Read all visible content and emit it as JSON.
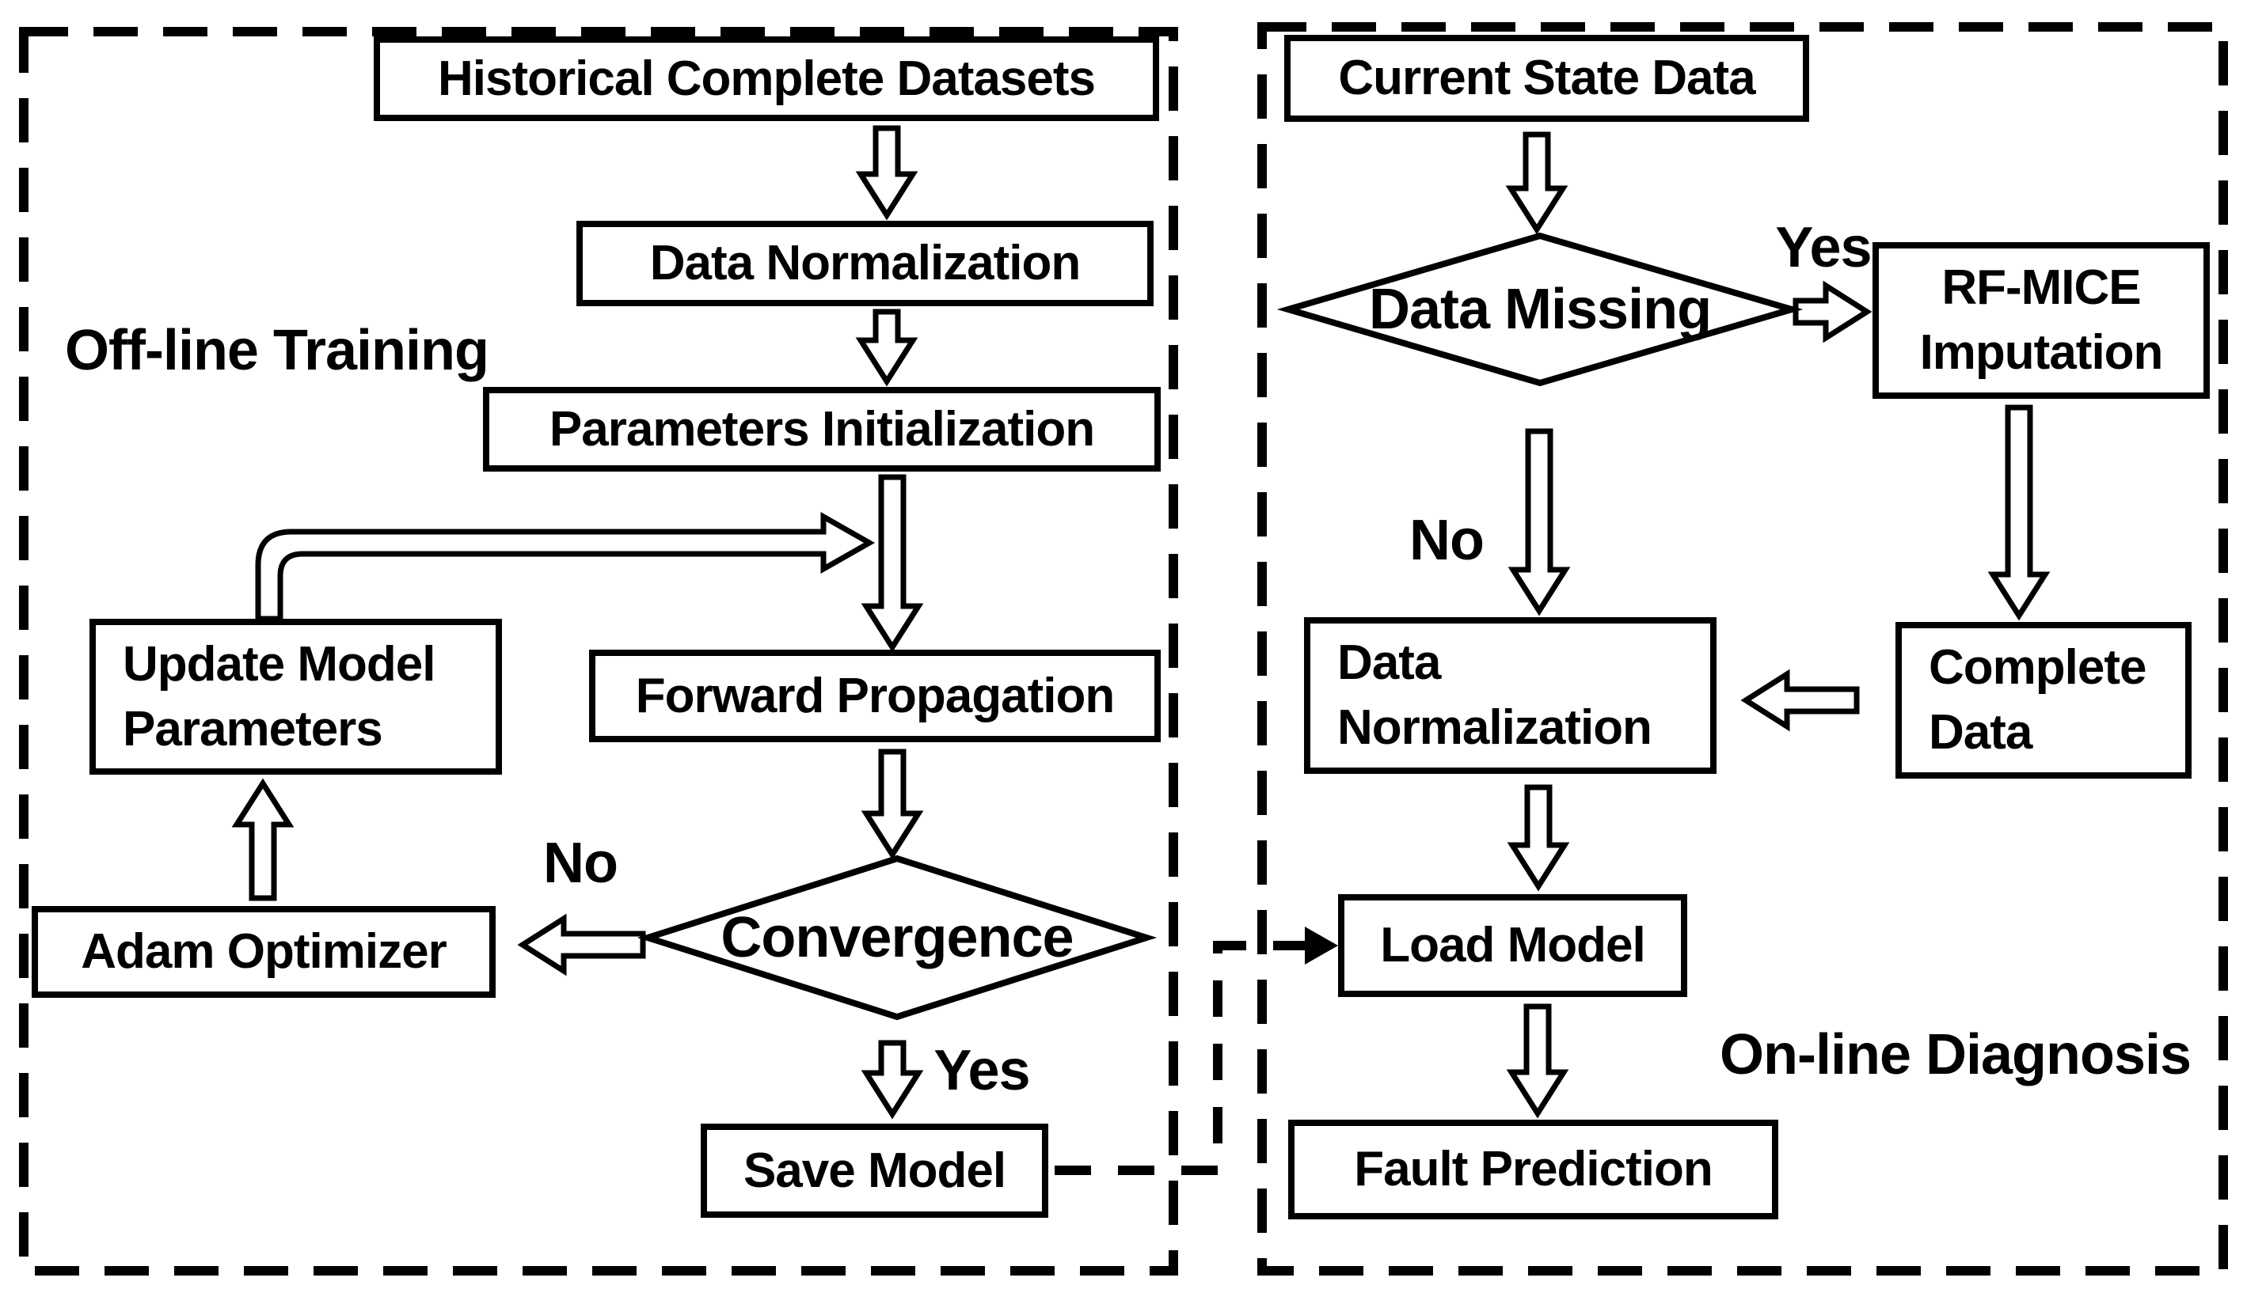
{
  "page": {
    "background": "#ffffff",
    "ink": "#000000"
  },
  "flowchart": {
    "offline": {
      "title": "Off-line Training",
      "historical": "Historical Complete Datasets",
      "data_normalization": "Data Normalization",
      "parameters_initialization": "Parameters Initialization",
      "forward_propagation": "Forward Propagation",
      "update_model": {
        "line1": "Update Model",
        "line2": "Parameters"
      },
      "adam_optimizer": "Adam Optimizer",
      "convergence": "Convergence",
      "save_model": "Save Model",
      "no_label": "No",
      "yes_label": "Yes"
    },
    "online": {
      "title": "On-line Diagnosis",
      "current_state_data": "Current State Data",
      "data_missing": "Data Missing",
      "rf_mice": {
        "line1": "RF-MICE",
        "line2": "Imputation"
      },
      "data_normalization": {
        "line1": "Data",
        "line2": "Normalization"
      },
      "complete_data": {
        "line1": "Complete",
        "line2": "Data"
      },
      "load_model": "Load Model",
      "fault_prediction": "Fault Prediction",
      "yes_label": "Yes",
      "no_label": "No"
    }
  }
}
